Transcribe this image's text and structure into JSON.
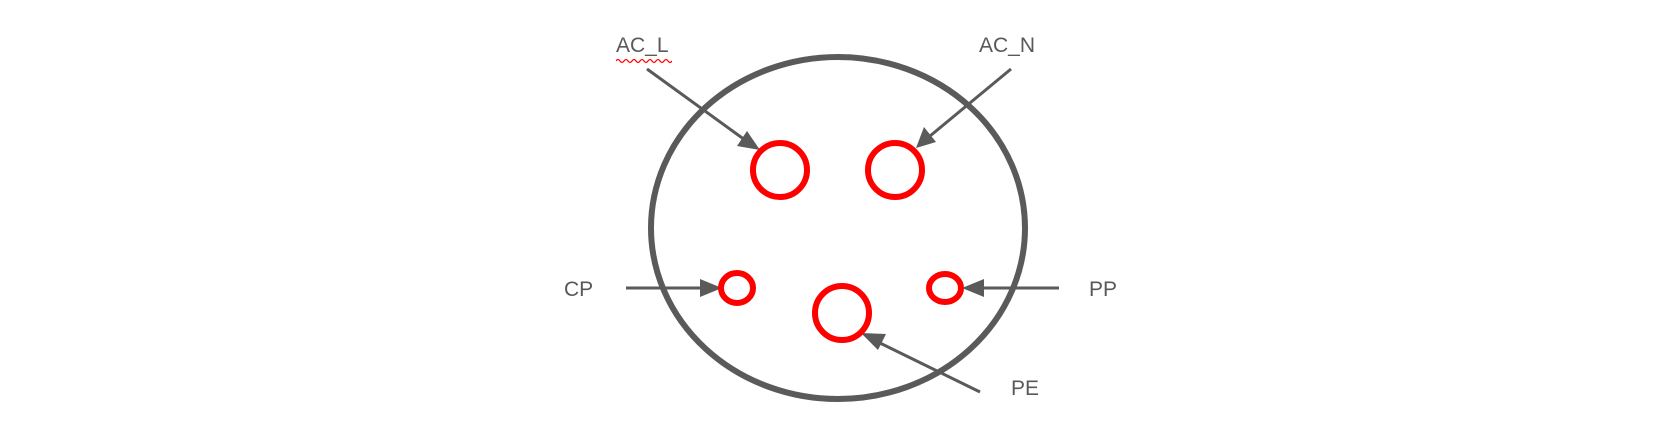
{
  "diagram": {
    "labels": {
      "ac_l": "AC_L",
      "ac_n": "AC_N",
      "cp": "CP",
      "pp": "PP",
      "pe": "PE"
    },
    "colors": {
      "outline": "#5a5a5a",
      "pin": "#ff0000",
      "text": "#595959",
      "spellcheck_underline": "#ff0000"
    }
  }
}
